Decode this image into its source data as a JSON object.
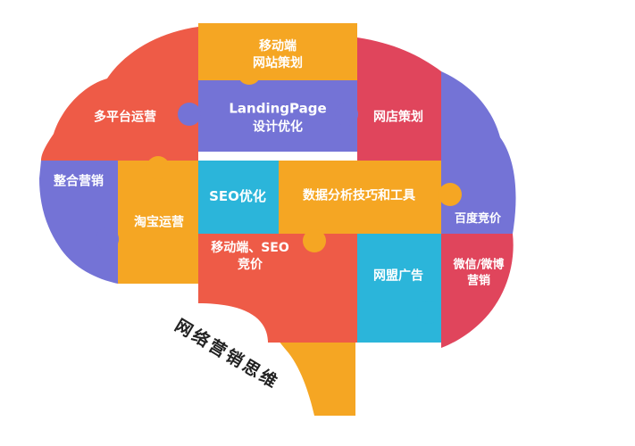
{
  "title": "网络营销思维",
  "pieces": {
    "mobile_site": {
      "line1": "移动端",
      "line2": "网站策划",
      "color": "#F5A623"
    },
    "landing_page": {
      "line1": "LandingPage",
      "line2": "设计优化",
      "color": "#7473D6"
    },
    "shop_plan": {
      "line1": "网店策划",
      "color": "#E0455C"
    },
    "multi_platform": {
      "line1": "多平台运营",
      "color": "#EE5B47"
    },
    "integrated": {
      "line1": "整合营销",
      "color": "#7473D6"
    },
    "taobao": {
      "line1": "淘宝运营",
      "color": "#F5A623"
    },
    "seo": {
      "line1": "SEO优化",
      "color": "#2BB5DA"
    },
    "data_analysis": {
      "line1": "数据分析技巧和工具",
      "color": "#F5A623"
    },
    "baidu_bid": {
      "line1": "百度竞价",
      "color": "#7473D6"
    },
    "mobile_seo": {
      "line1": "移动端、SEO",
      "line2": "竞价",
      "color": "#EE5B47"
    },
    "alliance_ads": {
      "line1": "网盟广告",
      "color": "#2BB5DA"
    },
    "weibo": {
      "line1": "微信/微博",
      "line2": "营销",
      "color": "#E0455C"
    }
  },
  "stem_color": "#F5A623"
}
